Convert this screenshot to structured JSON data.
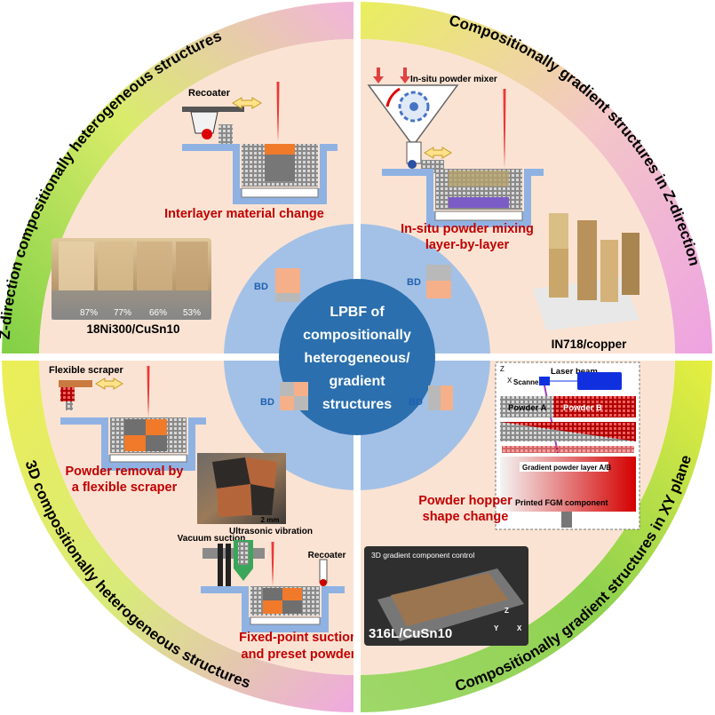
{
  "ring_titles": {
    "top_left": "Z-direction compositionally heterogeneous structures",
    "top_right": "Compositionally gradient structures in Z-direction",
    "bottom_left": "3D compositionally heterogeneous structures",
    "bottom_right": "Compositionally gradient structures in XY plane"
  },
  "center": {
    "lines": [
      "LPBF of",
      "compositionally",
      "heterogeneous/",
      "gradient",
      "structures"
    ]
  },
  "bd_label": "BD",
  "top_left": {
    "recoater": "Recoater",
    "method": "Interlayer material change",
    "sample": "18Ni300/CuSn10",
    "percentages": [
      "87%",
      "77%",
      "66%",
      "53%"
    ]
  },
  "top_right": {
    "mixer": "In-situ powder mixer",
    "method_lines": [
      "In-situ powder mixing",
      "layer-by-layer"
    ],
    "sample": "IN718/copper"
  },
  "bottom_left": {
    "scraper": "Flexible scraper",
    "method1_lines": [
      "Powder removal by",
      "a flexible scraper"
    ],
    "scale": "2 mm",
    "ultrasonic": "Ultrasonic vibration",
    "vacuum": "Vacuum suction",
    "recoater": "Recoater",
    "method2_lines": [
      "Fixed-point suction",
      "and preset powder"
    ]
  },
  "bottom_right": {
    "laser": "Laser beam",
    "scanner": "Scanner",
    "axis_z": "Z",
    "axis_x": "X",
    "powder_a": "Powder A",
    "powder_b": "Powder B",
    "gradient_layer": "Gradient powder layer A/B",
    "printed": "Printed FGM component",
    "method_lines": [
      "Powder hopper",
      "shape change"
    ],
    "photo_caption": "3D gradient component control",
    "sample": "316L/CuSn10",
    "photo_axes": [
      "Z",
      "Y",
      "X"
    ]
  },
  "colors": {
    "ring_green": "#8fd14f",
    "ring_yellow": "#eef05a",
    "ring_pink": "#efa6e0",
    "beige": "#fbe3d3",
    "blue_light": "#a3c1e6",
    "blue_dark": "#2b6fae",
    "red_text": "#c00000"
  }
}
